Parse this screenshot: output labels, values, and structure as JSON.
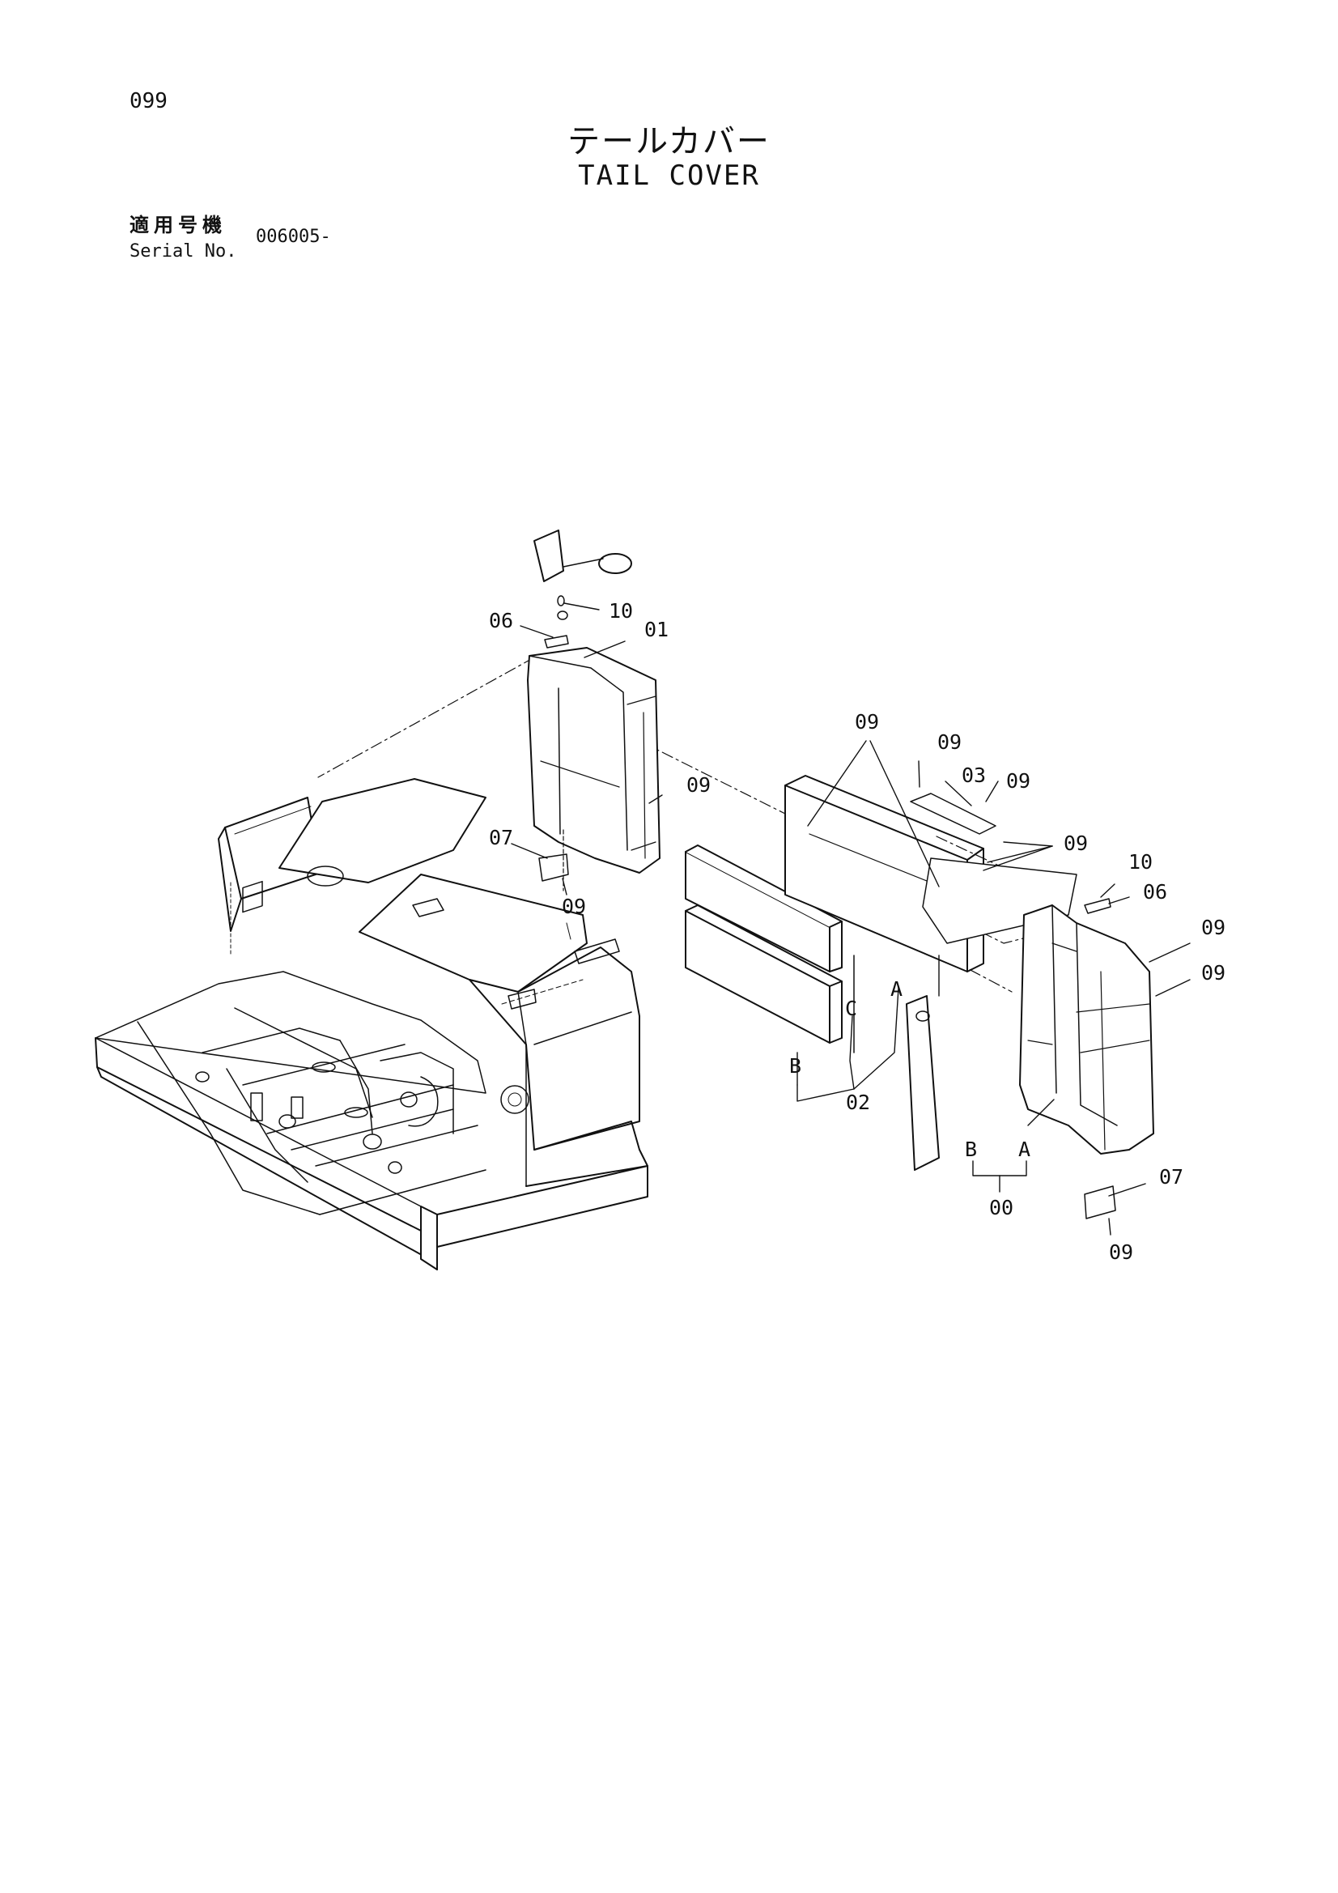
{
  "header": {
    "page_number": "099",
    "title_jp": "テールカバー",
    "title_en": "TAIL COVER",
    "serial_label_jp": "適用号機",
    "serial_label_en": "Serial No.",
    "serial_value": "006005-"
  },
  "callouts": {
    "c_10_top": "10",
    "c_06_top": "06",
    "c_01": "01",
    "c_09_left": "09",
    "c_07_left": "07",
    "c_09_left_bottom": "09",
    "c_09_mid_top": "09",
    "c_09_03_left": "09",
    "c_03": "03",
    "c_09_03_right": "09",
    "c_09_mid_right": "09",
    "c_10_right": "10",
    "c_06_right": "06",
    "c_09_right_1": "09",
    "c_09_right_2": "09",
    "c_C": "C",
    "c_A_mid": "A",
    "c_B_left": "B",
    "c_02": "02",
    "c_B_bottom": "B",
    "c_A_bottom": "A",
    "c_00": "00",
    "c_07_right": "07",
    "c_09_bottom_right": "09"
  }
}
